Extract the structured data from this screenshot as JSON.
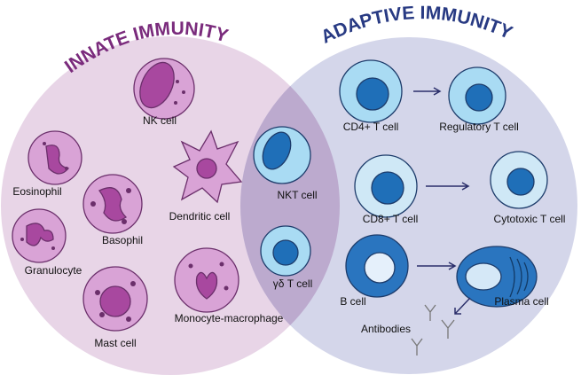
{
  "titles": {
    "innate": "INNATE IMMUNITY",
    "adaptive": "ADAPTIVE IMMUNITY"
  },
  "innate_cells": {
    "nk": "NK cell",
    "dendritic": "Dendritic cell",
    "eosinophil": "Eosinophil",
    "basophil": "Basophil",
    "granulocyte": "Granulocyte",
    "mast": "Mast cell",
    "monocyte": "Monocyte-macrophage"
  },
  "shared_cells": {
    "nkt": "NKT cell",
    "gd": "γδ T cell"
  },
  "adaptive_cells": {
    "cd4": "CD4+ T cell",
    "treg": "Regulatory T cell",
    "cd8": "CD8+ T cell",
    "ctl": "Cytotoxic T cell",
    "b": "B cell",
    "plasma": "Plasma cell",
    "antibodies": "Antibodies"
  },
  "colors": {
    "innate_bg": "#e8d5e7",
    "adaptive_bg": "#d4d6ea",
    "overlap": "#bcaace",
    "innate_title": "#7a2b7c",
    "adaptive_title": "#283a83",
    "innate_cell": "#d9a3d6",
    "innate_nucleus": "#a8489f",
    "t_cell": "#a9dbf3",
    "t_nucleus": "#1f6fb8",
    "b_cell": "#2a75bf"
  }
}
